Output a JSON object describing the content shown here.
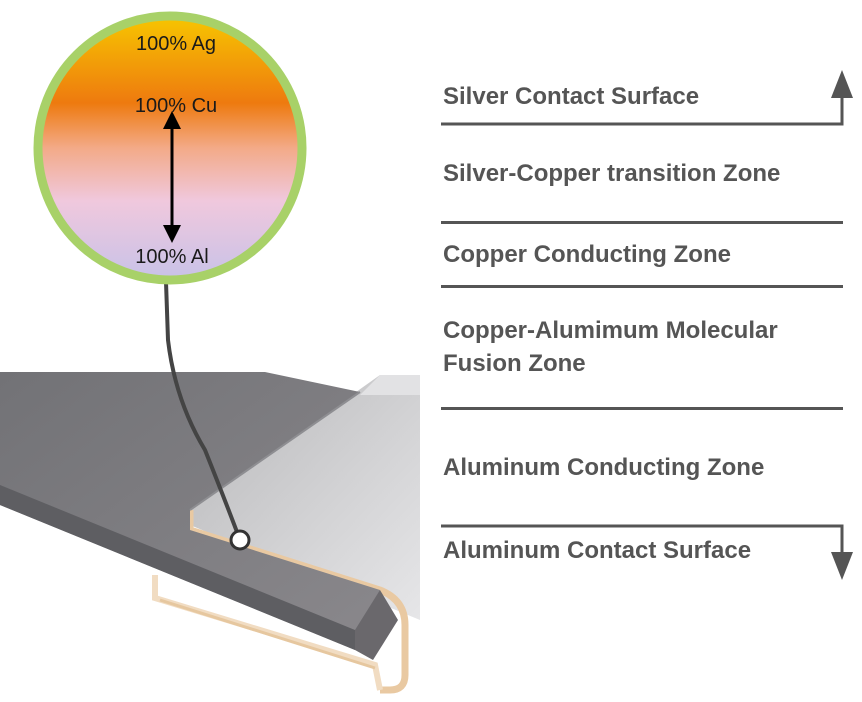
{
  "composition": [
    {
      "element": "Ag",
      "label": "100% Ag"
    },
    {
      "element": "Cu",
      "label": "100% Cu"
    },
    {
      "element": "Al",
      "label": "100% Al"
    }
  ],
  "zones": [
    {
      "label": "Silver Contact Surface"
    },
    {
      "label": "Silver-Copper transition Zone"
    },
    {
      "label": "Copper Conducting Zone"
    },
    {
      "label": "Copper-Alumimum Molecular Fusion Zone",
      "line1": "Copper-Alumimum Molecular",
      "line2": "Fusion Zone"
    },
    {
      "label": "Aluminum Conducting Zone"
    },
    {
      "label": "Aluminum Contact Surface"
    }
  ],
  "colors": {
    "silver": "#f7c600",
    "copper": "#ee7a0f",
    "aluminum": "#c8c2e8",
    "ring": "#a8d168",
    "text": "#555555"
  }
}
